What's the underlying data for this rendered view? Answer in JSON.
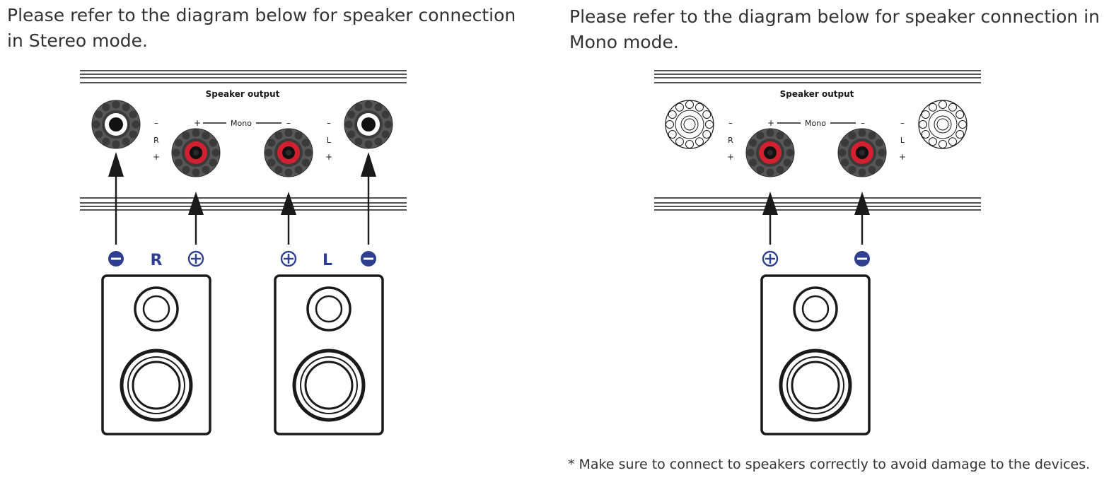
{
  "stereo": {
    "instruction_line1": "Please refer to the diagram below for speaker connection",
    "instruction_line2": "in Stereo mode.",
    "panel_label": "Speaker output",
    "mono_label": "Mono",
    "minus_sign": "–",
    "plus_sign": "+",
    "channel_r": "R",
    "channel_l": "L"
  },
  "mono": {
    "instruction_line1": "Please refer to the diagram below for speaker connection in",
    "instruction_line2": "Mono mode.",
    "panel_label": "Speaker output",
    "mono_label": "Mono",
    "minus_sign": "–",
    "plus_sign": "+",
    "channel_r": "R",
    "channel_l": "L"
  },
  "footnote": "* Make sure to connect to speakers correctly to avoid damage to the devices.",
  "colors": {
    "text": "#333333",
    "line": "#1a1a1a",
    "terminal_gray": "#575757",
    "terminal_red": "#d1202f",
    "badge_blue": "#2e3f8f"
  },
  "icons": {
    "terminal": "binding-post-icon",
    "polarity_plus": "plus-circle-icon",
    "polarity_minus": "minus-circle-icon",
    "speaker": "speaker-cabinet-icon"
  }
}
